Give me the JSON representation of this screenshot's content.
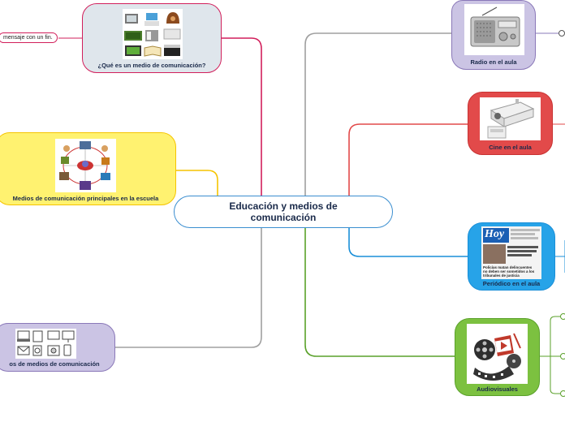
{
  "central_topic": "Educación y medios de comunicación",
  "left_branches": [
    {
      "label": "¿Qué es un medio de comunicación?",
      "color": "#d21f5b",
      "fill": "#dfe6ec",
      "image": "media-collage-icon"
    },
    {
      "label": "Medios de comunicación principales en la escuela",
      "color": "#f5c400",
      "fill": "#fff270",
      "image": "school-media-network-icon"
    },
    {
      "label": "os de medios de comunicación",
      "color": "#8a78b8",
      "fill": "#cbc4e4",
      "image": "communication-devices-icon"
    }
  ],
  "left_leaf": {
    "text": "mensaje con un fin."
  },
  "right_branches": [
    {
      "label": "Radio en el aula",
      "color": "#8a78b8",
      "fill": "#cbc4e4",
      "image": "radio-icon"
    },
    {
      "label": "Cine en el aula",
      "color": "#e24a4a",
      "fill": "#e24a4a",
      "image": "projector-icon"
    },
    {
      "label": "Periódico en el aula",
      "color": "#1a8fd8",
      "fill": "#27a3e8",
      "image": "newspaper-icon"
    },
    {
      "label": "Audiovisuales",
      "color": "#5aa12a",
      "fill": "#7cc140",
      "image": "film-reel-icon"
    }
  ],
  "newspaper": {
    "masthead": "Hoy",
    "headline_1": "Policías matan delincuentes no deben ser sometidos a los tribunales de justicia"
  },
  "colors": {
    "central_border": "#3a8ed0",
    "edge_grey": "#a0a0a0"
  }
}
